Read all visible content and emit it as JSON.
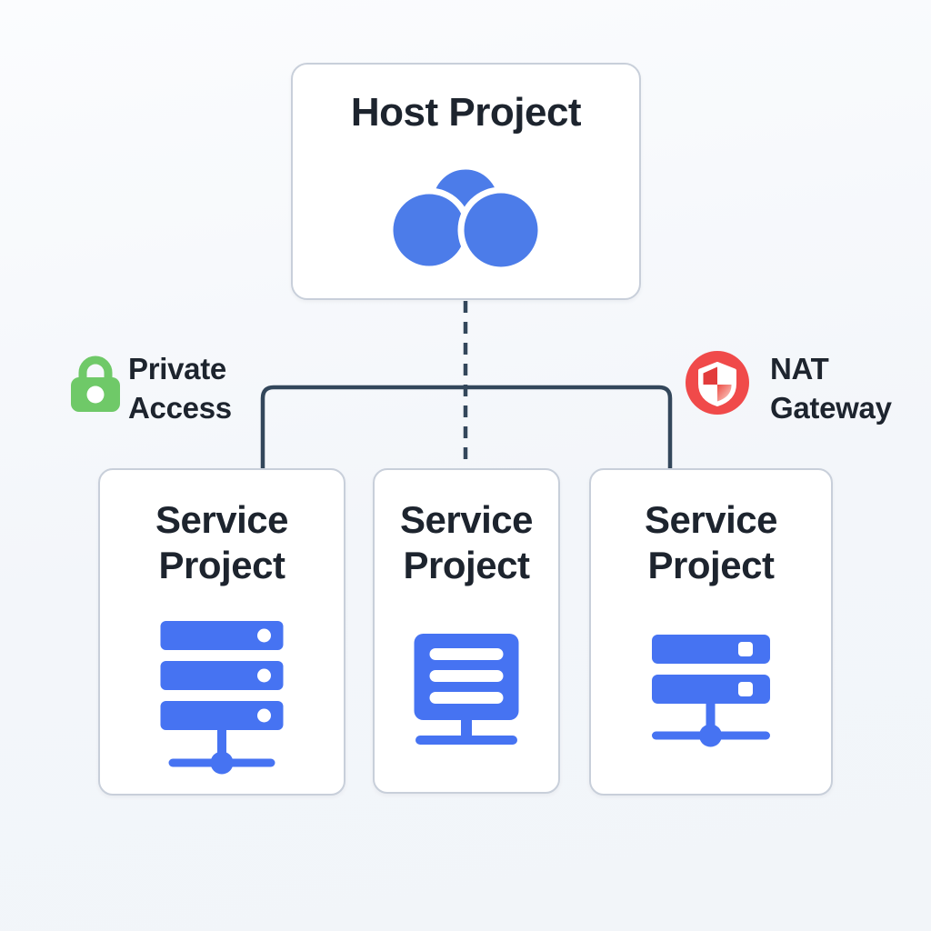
{
  "colors": {
    "background": "#F4F6F9",
    "card_background": "#FFFFFF",
    "card_border": "#C8CFDA",
    "text": "#1D242E",
    "connector_line": "#33475B",
    "cloud_blue": "#4C7CE9",
    "server_blue": "#4673F2",
    "lock_green": "#6FC968",
    "shield_red": "#F04A4A",
    "shield_quad_red": "#E23C3C"
  },
  "host": {
    "label": "Host Project",
    "icon": "cloud-icon"
  },
  "services": [
    {
      "label": "Service Project",
      "icon": "server-stack-icon"
    },
    {
      "label": "Service Project",
      "icon": "server-tower-icon"
    },
    {
      "label": "Service Project",
      "icon": "server-rack-icon"
    }
  ],
  "annotations": {
    "private_access": {
      "label": "Private Access",
      "icon": "lock-icon"
    },
    "nat_gateway": {
      "label": "NAT Gateway",
      "icon": "shield-icon"
    }
  },
  "connections": {
    "dashed": "Host Project to middle Service Project",
    "bracket": "Host Project trunk to left and right Service Projects"
  }
}
